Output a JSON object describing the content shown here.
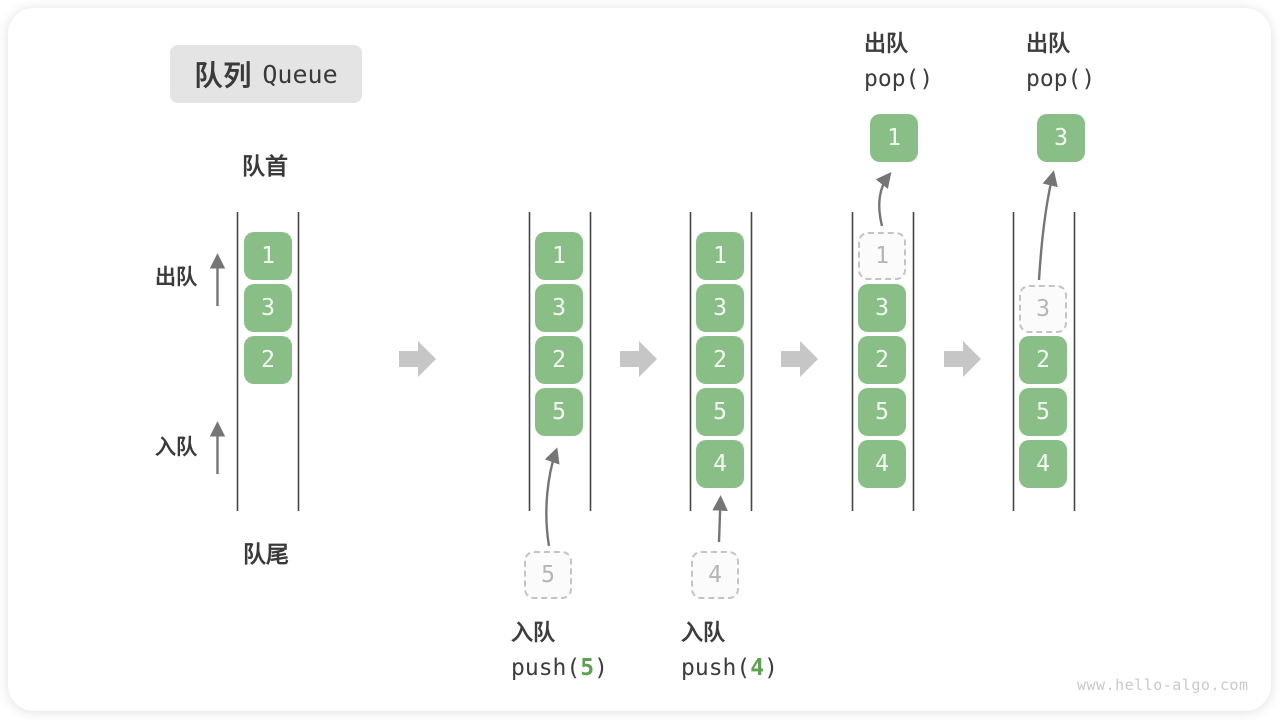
{
  "title": {
    "zh": "队列",
    "en": "Queue"
  },
  "side_labels": {
    "front": "队首",
    "rear": "队尾",
    "dequeue": "出队",
    "enqueue": "入队"
  },
  "queue_states": [
    {
      "name": "state-initial",
      "cells": [
        {
          "slot": 1,
          "value": "1",
          "style": "solid"
        },
        {
          "slot": 2,
          "value": "3",
          "style": "solid"
        },
        {
          "slot": 3,
          "value": "2",
          "style": "solid"
        }
      ]
    },
    {
      "name": "state-after-push5",
      "cells": [
        {
          "slot": 1,
          "value": "1",
          "style": "solid"
        },
        {
          "slot": 2,
          "value": "3",
          "style": "solid"
        },
        {
          "slot": 3,
          "value": "2",
          "style": "solid"
        },
        {
          "slot": 4,
          "value": "5",
          "style": "solid"
        }
      ]
    },
    {
      "name": "state-after-push4",
      "cells": [
        {
          "slot": 1,
          "value": "1",
          "style": "solid"
        },
        {
          "slot": 2,
          "value": "3",
          "style": "solid"
        },
        {
          "slot": 3,
          "value": "2",
          "style": "solid"
        },
        {
          "slot": 4,
          "value": "5",
          "style": "solid"
        },
        {
          "slot": 5,
          "value": "4",
          "style": "solid"
        }
      ]
    },
    {
      "name": "state-after-pop1",
      "cells": [
        {
          "slot": 1,
          "value": "1",
          "style": "ghost"
        },
        {
          "slot": 2,
          "value": "3",
          "style": "solid"
        },
        {
          "slot": 3,
          "value": "2",
          "style": "solid"
        },
        {
          "slot": 4,
          "value": "5",
          "style": "solid"
        },
        {
          "slot": 5,
          "value": "4",
          "style": "solid"
        }
      ]
    },
    {
      "name": "state-after-pop3",
      "cells": [
        {
          "slot": 2,
          "value": "3",
          "style": "ghost"
        },
        {
          "slot": 3,
          "value": "2",
          "style": "solid"
        },
        {
          "slot": 4,
          "value": "5",
          "style": "solid"
        },
        {
          "slot": 5,
          "value": "4",
          "style": "solid"
        }
      ]
    }
  ],
  "operations": {
    "push5": {
      "label": "入队",
      "code_pre": "push(",
      "arg": "5",
      "code_post": ")",
      "ghost_value": "5"
    },
    "push4": {
      "label": "入队",
      "code_pre": "push(",
      "arg": "4",
      "code_post": ")",
      "ghost_value": "4"
    },
    "pop1": {
      "label": "出队",
      "code": "pop()",
      "value": "1"
    },
    "pop3": {
      "label": "出队",
      "code": "pop()",
      "value": "3"
    }
  },
  "watermark": "www.hello-algo.com",
  "colors": {
    "cell_green": "#89bf86",
    "arg_green": "#5ea152",
    "block_arrow_gray": "#c6c6c6",
    "thin_arrow_gray": "#757575",
    "title_bg": "#e4e4e4",
    "text_dark": "#3a3a3a"
  }
}
